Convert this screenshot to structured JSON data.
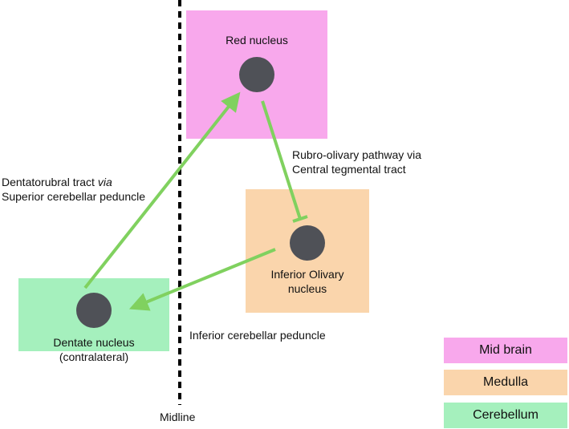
{
  "colors": {
    "midbrain": "#f8a8ec",
    "medulla": "#fad5ac",
    "cerebellum": "#a5f0bd",
    "arrow": "#80d15f",
    "nucleus": "#4f5157",
    "midline": "#000000"
  },
  "nuclei": {
    "red": "Red nucleus",
    "olivary": "Inferior Olivary\nnucleus",
    "dentate": "Dentate nucleus\n(contralateral)"
  },
  "pathways": {
    "dentatorubral_line1": "Dentatorubral tract ",
    "dentatorubral_via": "via",
    "dentatorubral_line2": "Superior cerebellar peduncle",
    "rubro_olivary": "Rubro-olivary pathway via\nCentral tegmental tract",
    "inferior_peduncle": "Inferior cerebellar peduncle"
  },
  "midline_label": "Midline",
  "legend": {
    "midbrain": "Mid brain",
    "medulla": "Medulla",
    "cerebellum": "Cerebellum"
  }
}
